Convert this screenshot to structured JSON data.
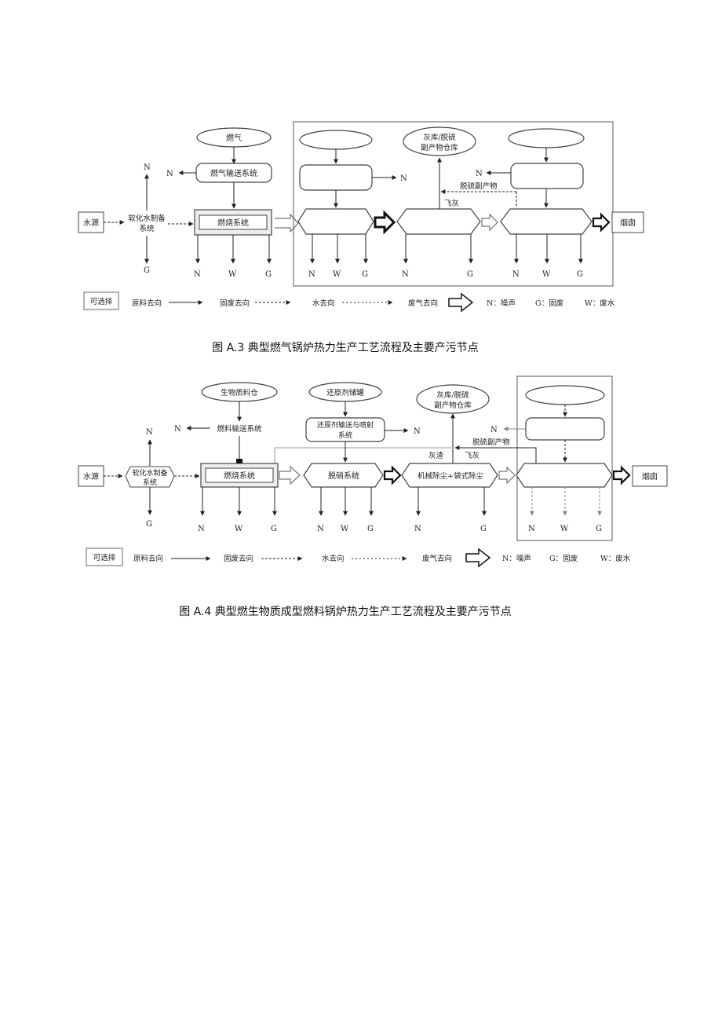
{
  "figure1": {
    "caption": "图 A.3 典型燃气锅炉热力生产工艺流程及主要产污节点",
    "gas": "燃气",
    "gas_transport": "燃气输送系统",
    "water_source": "水源",
    "soft_water_l1": "软化水制备",
    "soft_water_l2": "系统",
    "combustion": "燃烧系统",
    "ash_l1": "灰库/脱硫",
    "ash_l2": "副产物仓库",
    "desulf_byproduct": "脱硫副产物",
    "fly_ash": "飞灰",
    "chimney": "烟囱",
    "N": "N",
    "W": "W",
    "G": "G"
  },
  "figure2": {
    "caption": "图 A.4 典型燃生物质成型燃料锅炉热力生产工艺流程及主要产污节点",
    "biomass_silo": "生物质料仓",
    "fuel_transport": "燃料输送系统",
    "reductant_tank": "还原剂储罐",
    "reductant_sys_l1": "还原剂输送与喷射",
    "reductant_sys_l2": "系统",
    "ash_l1": "灰库/脱硫",
    "ash_l2": "副产物仓库",
    "water_source": "水源",
    "soft_water_l1": "软化水制备",
    "soft_water_l2": "系统",
    "combustion": "燃烧系统",
    "denitration": "脱硝系统",
    "dedust": "机械除尘+袋式除尘",
    "desulf_byproduct": "脱硫副产物",
    "slag": "灰渣",
    "fly_ash": "飞灰",
    "chimney": "烟囱",
    "N": "N",
    "W": "W",
    "G": "G"
  },
  "legend": {
    "optional": "可选择",
    "raw": "原料去向",
    "solid": "固废去向",
    "water": "水去向",
    "exhaust": "废气去向",
    "noise": "N：噪声",
    "solid_waste": "G：固废",
    "waste_water": "W：废水"
  }
}
